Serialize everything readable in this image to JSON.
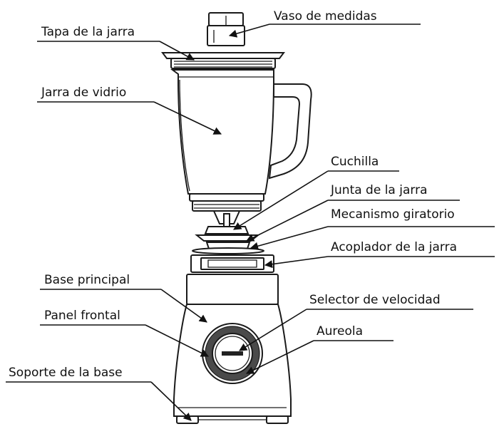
{
  "labels": {
    "vaso_medidas": "Vaso de medidas",
    "tapa_jarra": "Tapa de la jarra",
    "jarra_vidrio": "Jarra de vidrio",
    "cuchilla": "Cuchilla",
    "junta_jarra": "Junta de la jarra",
    "mecanismo_giratorio": "Mecanismo giratorio",
    "acoplador_jarra": "Acoplador de la jarra",
    "base_principal": "Base principal",
    "selector_velocidad": "Selector de velocidad",
    "panel_frontal": "Panel frontal",
    "aureola": "Aureola",
    "soporte_base": "Soporte de la base"
  }
}
